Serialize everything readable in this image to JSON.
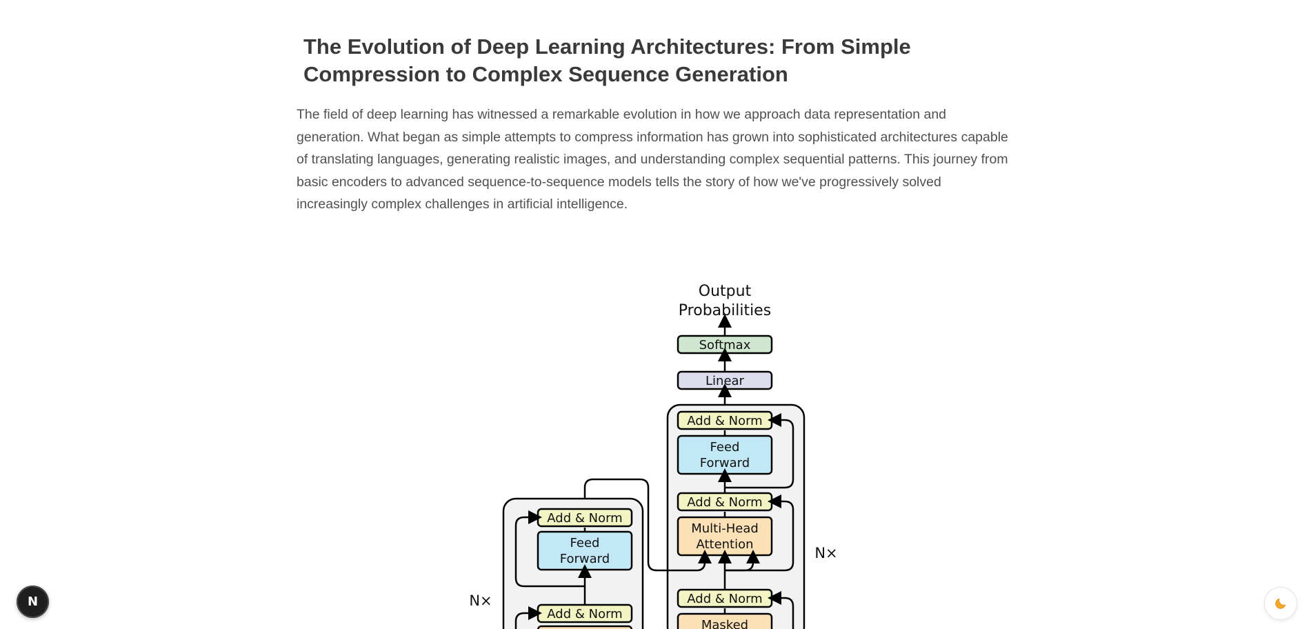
{
  "article": {
    "title": "The Evolution of Deep Learning Architectures: From Simple Compression to Complex Sequence Generation",
    "intro": "The field of deep learning has witnessed a remarkable evolution in how we approach data representation and generation. What began as simple attempts to compress information has grown into sophisticated architectures capable of translating languages, generating realistic images, and understanding complex sequential patterns. This journey from basic encoders to advanced sequence-to-sequence models tells the story of how we've progressively solved increasingly complex challenges in artificial intelligence."
  },
  "figure": {
    "output_label_line1": "Output",
    "output_label_line2": "Probabilities",
    "softmax": "Softmax",
    "linear": "Linear",
    "add_norm": "Add & Norm",
    "feed": "Feed",
    "forward": "Forward",
    "multi_head": "Multi-Head",
    "attention": "Attention",
    "masked": "Masked",
    "nx": "N×",
    "colors": {
      "softmax_fill": "#cfe6cf",
      "linear_fill": "#dcdeee",
      "add_norm_fill": "#f3f4c3",
      "feed_forward_fill": "#c2e8f7",
      "attention_fill": "#fce0b6",
      "block_bg": "#f2f2f2"
    }
  },
  "controls": {
    "left_button_icon": "nextjs-logo-icon",
    "left_button_glyph": "N",
    "right_button_icon": "moon-icon",
    "right_button_glyph": "🌙"
  }
}
